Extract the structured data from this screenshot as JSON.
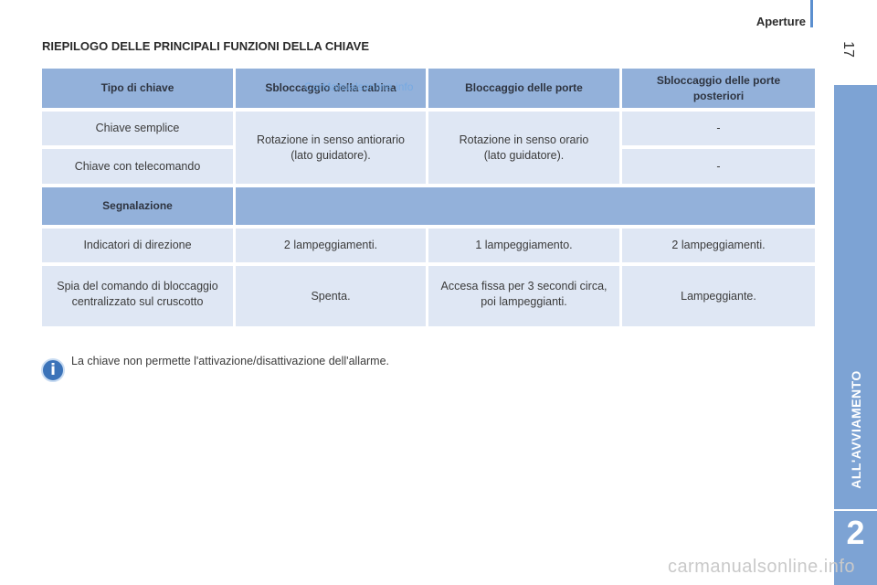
{
  "header": {
    "section": "Aperture",
    "page_number": "17"
  },
  "sidebar": {
    "label": "ALL'AVVIAMENTO",
    "chapter": "2"
  },
  "title": "RIEPILOGO DELLE PRINCIPALI FUNZIONI DELLA CHIAVE",
  "table": {
    "headers": [
      "Tipo di chiave",
      "Sbloccaggio della cabina",
      "Bloccaggio delle porte",
      "Sbloccaggio delle porte posteriori"
    ],
    "key_rows": {
      "simple": "Chiave semplice",
      "remote": "Chiave con telecomando",
      "cab_unlock": "Rotazione in senso antiorario (lato guidatore).",
      "lock": "Rotazione in senso orario (lato guidatore).",
      "rear_simple": "-",
      "rear_remote": "-"
    },
    "section_header": "Segnalazione",
    "signal_rows": [
      [
        "Indicatori di direzione",
        "2 lampeggiamenti.",
        "1 lampeggiamento.",
        "2 lampeggiamenti."
      ],
      [
        "Spia del comando di bloccaggio centralizzato sul cruscotto",
        "Spenta.",
        "Accesa fissa per 3 secondi circa, poi lampeggianti.",
        "Lampeggiante."
      ]
    ]
  },
  "watermark": "CarManualsonline.info",
  "note": "La chiave non permette l'attivazione/disattivazione dell'allarme.",
  "info_icon": "info-icon",
  "footer_watermark": "carmanualsonline.info",
  "colors": {
    "header_cell": "#93b1da",
    "body_cell": "#dfe7f4",
    "sidebar": "#7da3d4",
    "accent": "#5b8fcf"
  }
}
